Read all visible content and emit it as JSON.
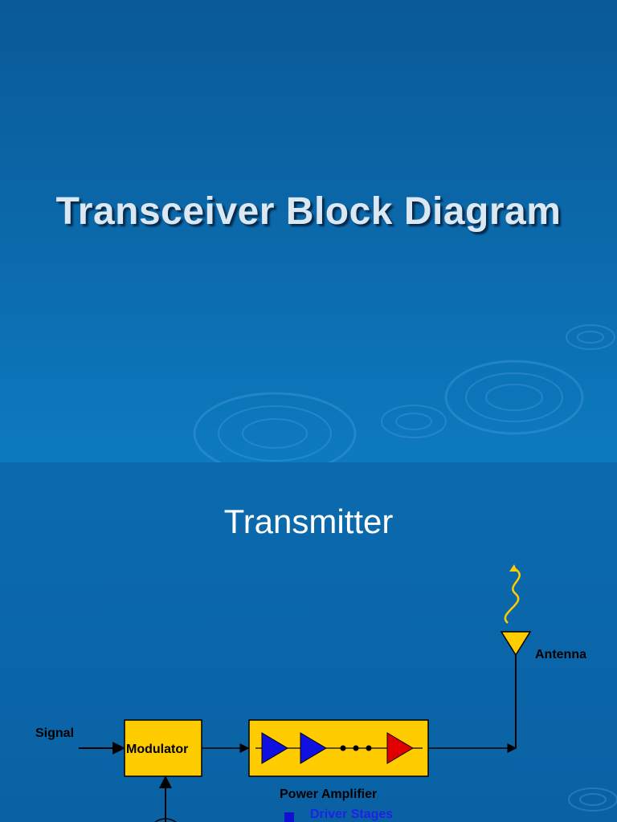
{
  "slide1": {
    "title": "Transceiver Block Diagram"
  },
  "slide2": {
    "title": "Transmitter",
    "labels": {
      "signal": "Signal",
      "modulator": "Modulator",
      "antenna": "Antenna",
      "power_amplifier": "Power Amplifier",
      "driver_stages": "Driver Stages"
    }
  },
  "colors": {
    "block_fill": "#ffcc00",
    "amp_driver": "#1010e0",
    "amp_final": "#e00000",
    "background": "#0b66aa"
  }
}
